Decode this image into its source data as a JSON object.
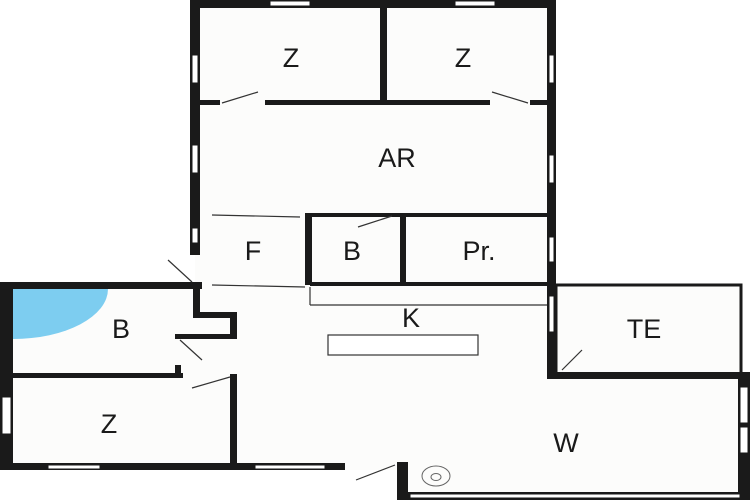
{
  "rooms": {
    "z_top_left": "Z",
    "z_top_right": "Z",
    "ar": "AR",
    "f": "F",
    "b_small": "B",
    "pr": "Pr.",
    "b_bath": "B",
    "k": "K",
    "te": "TE",
    "z_bottom": "Z",
    "w": "W"
  },
  "colors": {
    "wall": "#1a1a1a",
    "shower": "#7dcdf0"
  }
}
